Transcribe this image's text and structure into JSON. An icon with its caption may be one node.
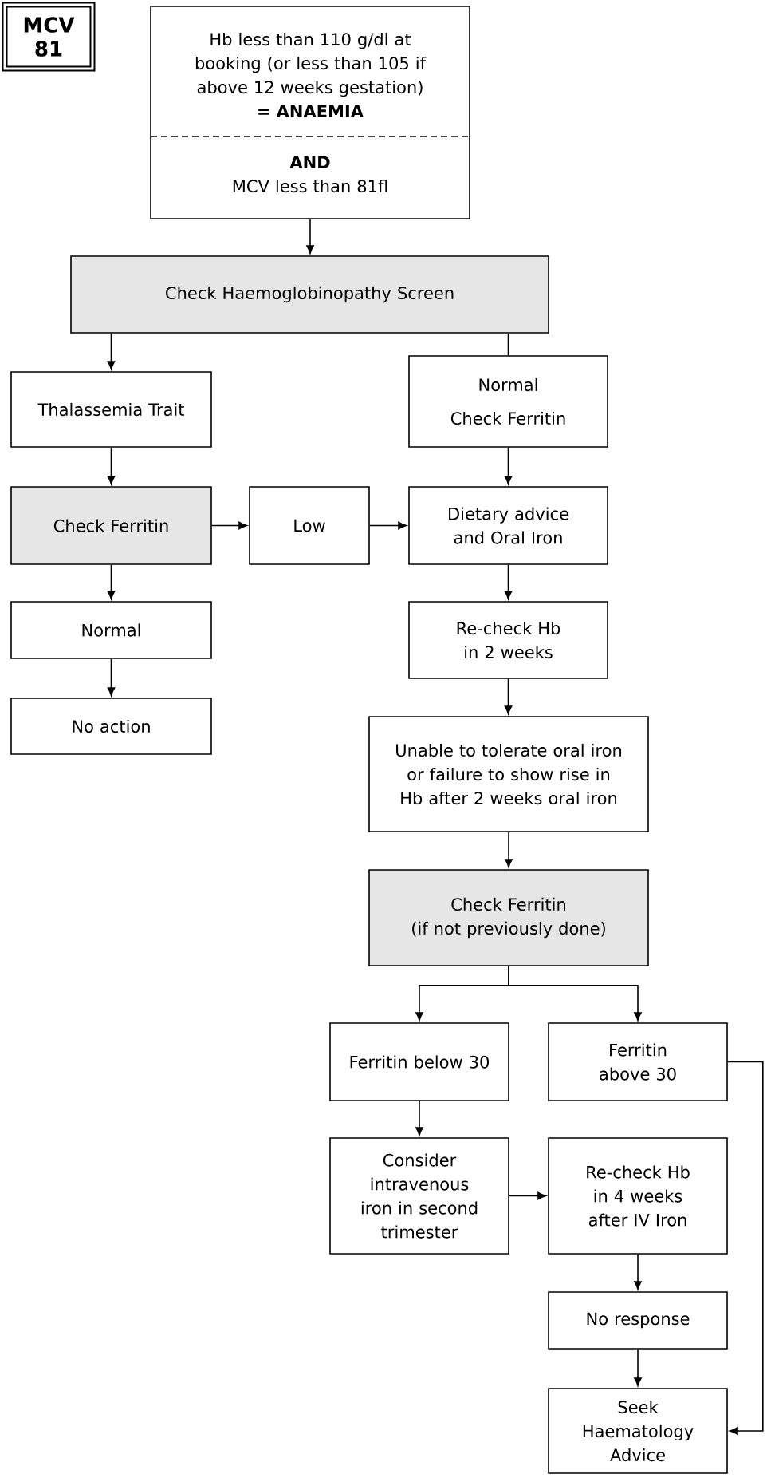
{
  "diagram": {
    "nodes": [
      {
        "text": [
          "MCV 81"
        ]
      },
      {
        "text": [
          "Hb less than 110 g/dl at booking (or less than 105 if above 12 weeks gestation)",
          "= ANAEMIA",
          "AND",
          "MCV less than 81fl"
        ]
      },
      {
        "text": [
          "Check Haemoglobinopathy Screen"
        ]
      },
      {
        "text": [
          "Thalassemia Trait"
        ]
      },
      {
        "text": [
          "Normal",
          "Check Ferritin"
        ]
      },
      {
        "text": [
          "Check Ferritin"
        ]
      },
      {
        "text": [
          "Low"
        ]
      },
      {
        "text": [
          "Dietary advice and Oral Iron"
        ]
      },
      {
        "text": [
          "Normal"
        ]
      },
      {
        "text": [
          "Re-check Hb in 2 weeks"
        ]
      },
      {
        "text": [
          "No action"
        ]
      },
      {
        "text": [
          "Unable to tolerate oral iron or failure to show rise in Hb after 2 weeks oral iron"
        ]
      },
      {
        "text": [
          "Check Ferritin",
          "(if not previously done)"
        ]
      },
      {
        "text": [
          "Ferritin below 30"
        ]
      },
      {
        "text": [
          "Ferritin above 30"
        ]
      },
      {
        "text": [
          "Consider intravenous iron in second trimester"
        ]
      },
      {
        "text": [
          "Re-check Hb in 4 weeks after IV Iron"
        ]
      },
      {
        "text": [
          "No response"
        ]
      },
      {
        "text": [
          "Seek Haematology Advice"
        ]
      }
    ],
    "edges": [
      {
        "from": 1,
        "to": 2,
        "arrow": "to"
      },
      {
        "from": 2,
        "to": 3,
        "arrow": "to"
      },
      {
        "from": 2,
        "to": 4,
        "arrow": "none"
      },
      {
        "from": 3,
        "to": 5,
        "arrow": "to"
      },
      {
        "from": 5,
        "to": 6,
        "arrow": "to"
      },
      {
        "from": 6,
        "to": 7,
        "arrow": "to"
      },
      {
        "from": 4,
        "to": 7,
        "arrow": "to"
      },
      {
        "from": 5,
        "to": 8,
        "arrow": "to"
      },
      {
        "from": 8,
        "to": 10,
        "arrow": "to"
      },
      {
        "from": 7,
        "to": 9,
        "arrow": "to"
      },
      {
        "from": 9,
        "to": 11,
        "arrow": "to"
      },
      {
        "from": 11,
        "to": 12,
        "arrow": "to"
      },
      {
        "from": 12,
        "to": 13,
        "arrow": "to"
      },
      {
        "from": 12,
        "to": 14,
        "arrow": "to"
      },
      {
        "from": 13,
        "to": 15,
        "arrow": "to"
      },
      {
        "from": 15,
        "to": 16,
        "arrow": "to"
      },
      {
        "from": 16,
        "to": 17,
        "arrow": "to"
      },
      {
        "from": 17,
        "to": 18,
        "arrow": "to"
      },
      {
        "from": 14,
        "to": 18,
        "arrow": "to"
      }
    ]
  }
}
